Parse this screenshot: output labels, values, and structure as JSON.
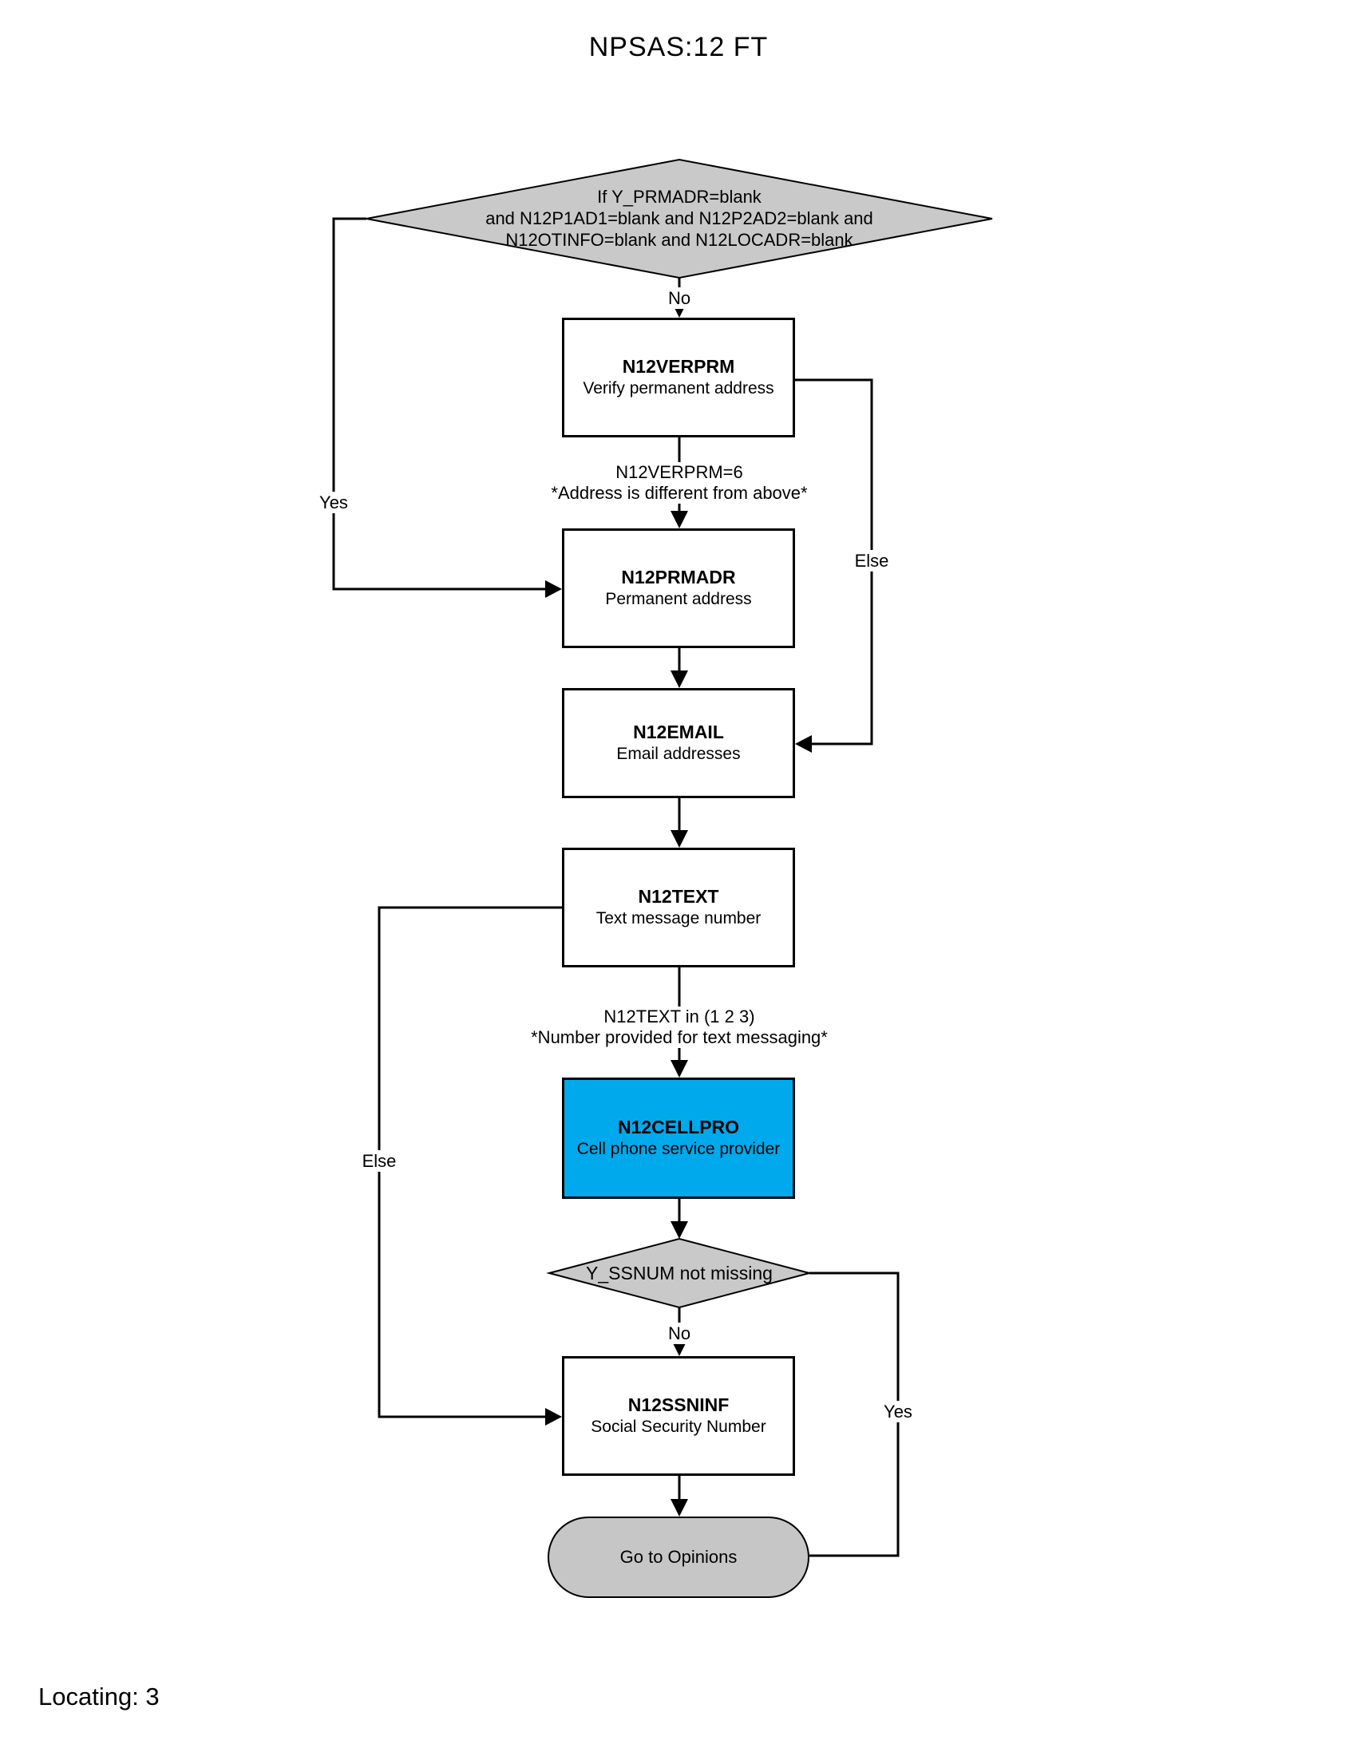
{
  "title": "NPSAS:12 FT",
  "footer": "Locating: 3",
  "colors": {
    "highlight_blue": "#00A9EC",
    "diamond_gray": "#C9C9C9",
    "terminal_gray": "#C6C6C6",
    "line_black": "#000000"
  },
  "decision_top": {
    "text": "If Y_PRMADR=blank\nand N12P1AD1=blank and N12P2AD2=blank and\nN12OTINFO=blank and N12LOCADR=blank"
  },
  "boxes": [
    {
      "id": "N12VERPRM",
      "title": "N12VERPRM",
      "subtitle": "Verify permanent address"
    },
    {
      "id": "N12PRMADR",
      "title": "N12PRMADR",
      "subtitle": "Permanent address"
    },
    {
      "id": "N12EMAIL",
      "title": "N12EMAIL",
      "subtitle": "Email addresses"
    },
    {
      "id": "N12TEXT",
      "title": "N12TEXT",
      "subtitle": "Text message number"
    },
    {
      "id": "N12CELLPRO",
      "title": "N12CELLPRO",
      "subtitle": "Cell phone service provider",
      "highlighted": true
    },
    {
      "id": "N12SSNINF",
      "title": "N12SSNINF",
      "subtitle": "Social Security Number"
    }
  ],
  "decision_ssnum": {
    "text": "Y_SSNUM not missing"
  },
  "terminal": {
    "label": "Go to Opinions"
  },
  "edge_labels": {
    "no_top": "No",
    "yes_left": "Yes",
    "else_right": "Else",
    "else_left": "Else",
    "no_bottom": "No",
    "yes_right": "Yes"
  },
  "annotations": {
    "verprm_condition": "N12VERPRM=6\n*Address is different from above*",
    "text_condition": "N12TEXT in (1 2 3)\n*Number provided for text messaging*"
  }
}
